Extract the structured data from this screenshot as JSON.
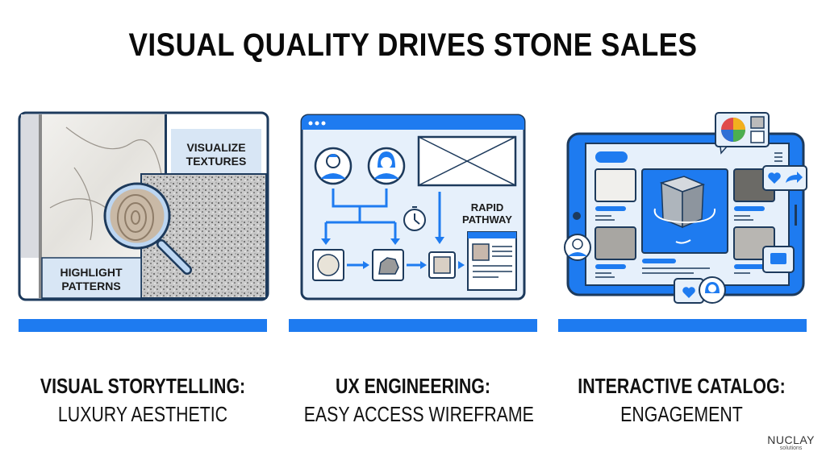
{
  "title": "VISUAL QUALITY DRIVES STONE SALES",
  "colors": {
    "accent": "#1e7bf0",
    "outline": "#1d3a5c",
    "panel_bg": "#e6f0fb",
    "text": "#111111"
  },
  "panels": [
    {
      "id": "visual-storytelling",
      "labels": {
        "top": [
          "VISUALIZE",
          "TEXTURES"
        ],
        "bottom": [
          "HIGHLIGHT",
          "PATTERNS"
        ]
      },
      "icons": [
        "marble-texture",
        "granite-texture",
        "magnifier-icon"
      ],
      "caption_title": "VISUAL STORYTELLING:",
      "caption_sub": "LUXURY AESTHETIC"
    },
    {
      "id": "ux-engineering",
      "labels": {
        "pathway": [
          "RAPID",
          "PATHWAY"
        ]
      },
      "icons": [
        "browser-window",
        "user-male-icon",
        "user-female-icon",
        "image-placeholder",
        "stopwatch-icon",
        "stone-sample-round",
        "stone-sample-rock",
        "stone-sample-square",
        "product-page"
      ],
      "caption_title": "UX ENGINEERING:",
      "caption_sub": "EASY ACCESS WIREFRAME"
    },
    {
      "id": "interactive-catalog",
      "icons": [
        "tablet-device",
        "color-wheel-icon",
        "filter-icon",
        "rotating-cube",
        "heart-icon",
        "share-icon",
        "chat-icon",
        "user-icon"
      ],
      "caption_title": "INTERACTIVE CATALOG:",
      "caption_sub": "ENGAGEMENT"
    }
  ],
  "logo": {
    "name": "NUCLAY",
    "tagline": "solutions"
  }
}
